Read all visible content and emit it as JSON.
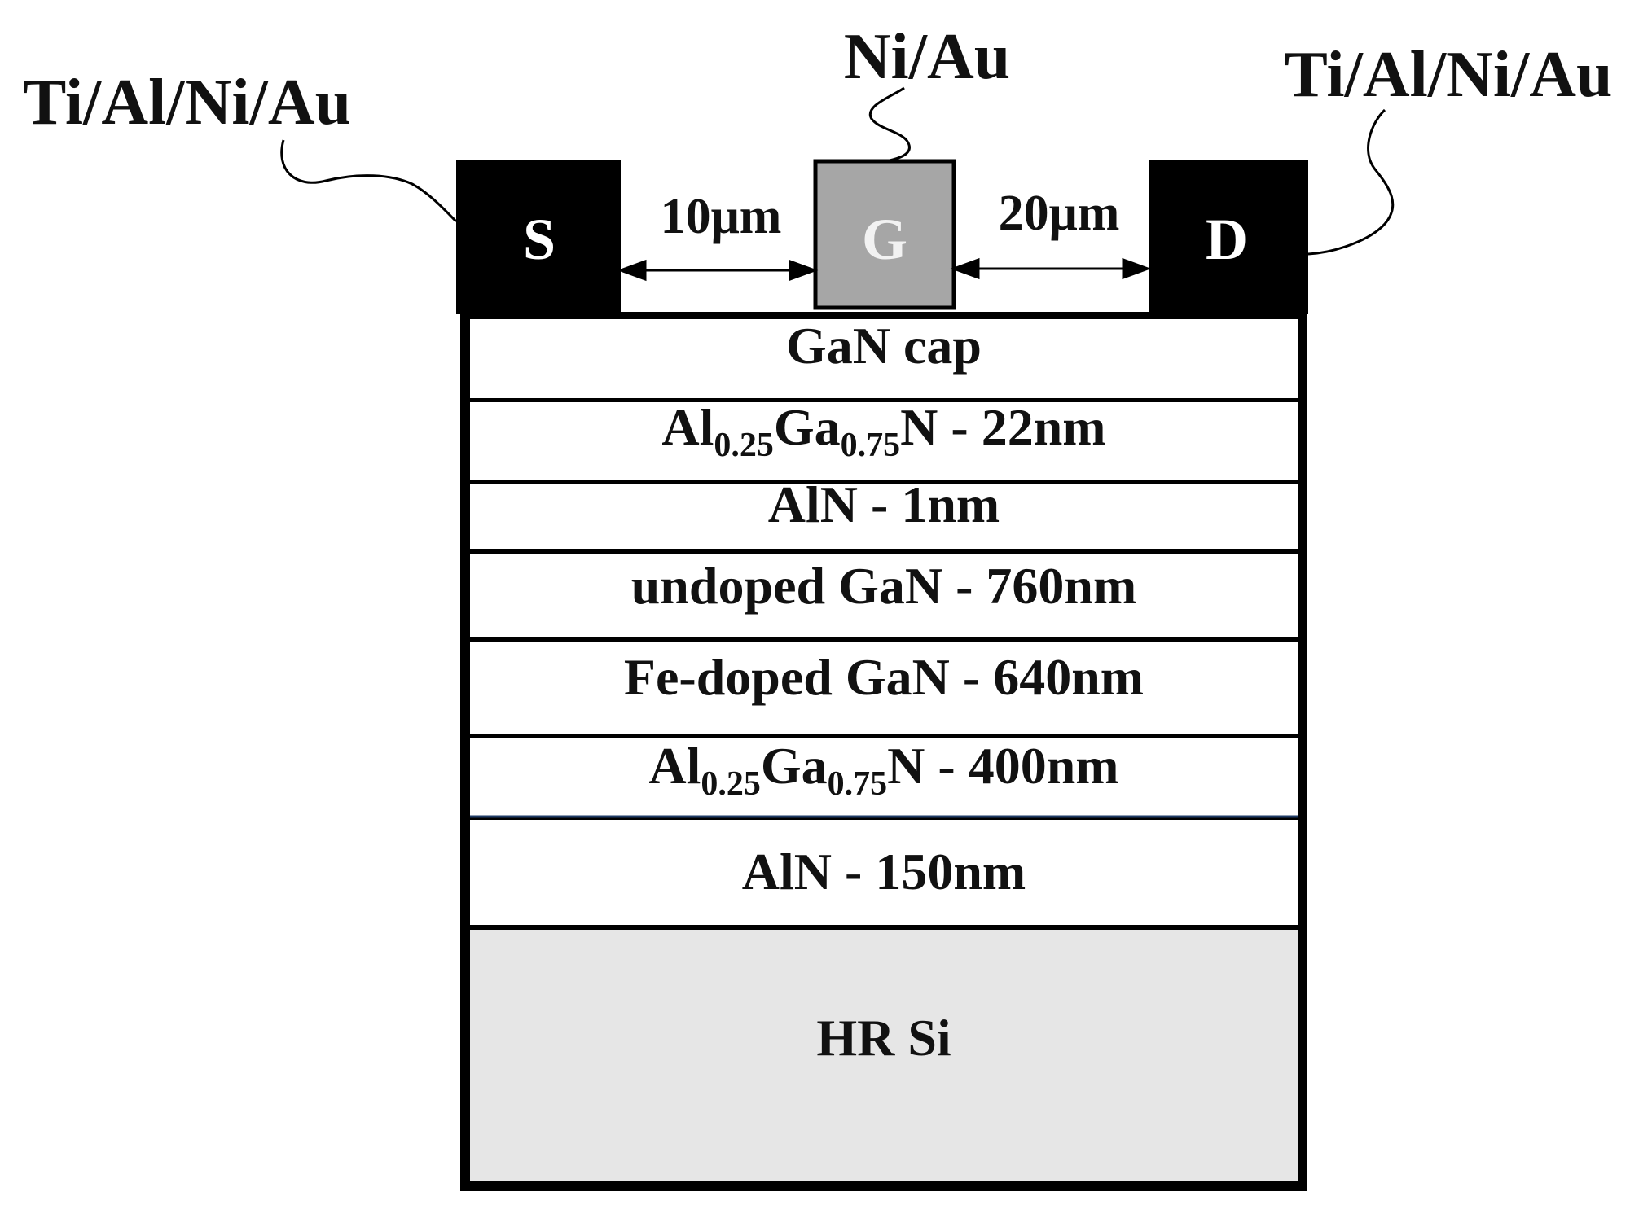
{
  "contacts": {
    "source": {
      "letter": "S",
      "metal": "Ti/Al/Ni/Au"
    },
    "gate": {
      "letter": "G",
      "metal": "Ni/Au"
    },
    "drain": {
      "letter": "D",
      "metal": "Ti/Al/Ni/Au"
    }
  },
  "spacings": {
    "source_gate": "10μm",
    "gate_drain": "20μm"
  },
  "layers": [
    {
      "parts": [
        {
          "t": "GaN cap"
        }
      ]
    },
    {
      "parts": [
        {
          "t": "Al"
        },
        {
          "t": "0.25",
          "sub": true
        },
        {
          "t": "Ga"
        },
        {
          "t": "0.75",
          "sub": true
        },
        {
          "t": "N - 22nm"
        }
      ]
    },
    {
      "parts": [
        {
          "t": "AlN - 1nm"
        }
      ]
    },
    {
      "parts": [
        {
          "t": "undoped GaN - 760nm"
        }
      ]
    },
    {
      "parts": [
        {
          "t": "Fe-doped GaN - 640nm"
        }
      ]
    },
    {
      "parts": [
        {
          "t": "Al"
        },
        {
          "t": "0.25",
          "sub": true
        },
        {
          "t": "Ga"
        },
        {
          "t": "0.75",
          "sub": true
        },
        {
          "t": "N - 400nm"
        }
      ]
    },
    {
      "parts": [
        {
          "t": "AlN - 150nm"
        }
      ]
    },
    {
      "parts": [
        {
          "t": "HR Si"
        }
      ]
    }
  ],
  "colors": {
    "ohmic_contact": "#000000",
    "gate_contact": "#a6a6a6",
    "substrate": "#e6e6e6",
    "layer_fill": "#ffffff",
    "outline": "#000000"
  }
}
